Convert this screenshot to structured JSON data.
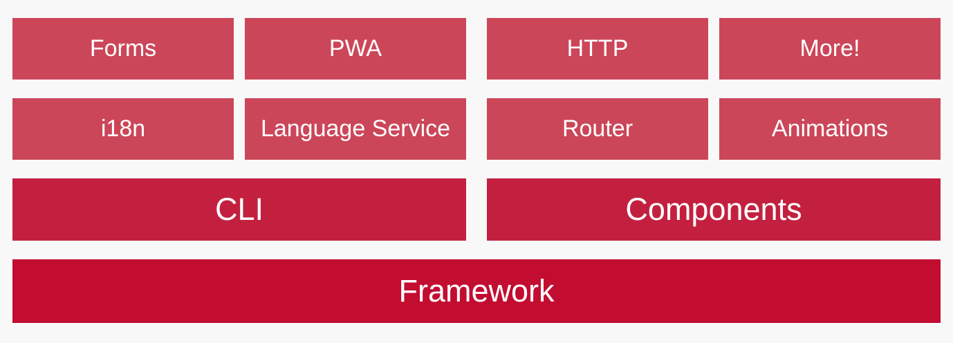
{
  "colors": {
    "background": "#f8f8f9",
    "feature_block": "#cc4659",
    "tool_block": "#c32040",
    "base_block": "#c20d31",
    "text": "#ffffff"
  },
  "diagram": {
    "row1": {
      "blocks": [
        {
          "label": "Forms"
        },
        {
          "label": "PWA"
        },
        {
          "label": "HTTP"
        },
        {
          "label": "More!"
        }
      ]
    },
    "row2": {
      "blocks": [
        {
          "label": "i18n"
        },
        {
          "label": "Language Service"
        },
        {
          "label": "Router"
        },
        {
          "label": "Animations"
        }
      ]
    },
    "row3": {
      "blocks": [
        {
          "label": "CLI"
        },
        {
          "label": "Components"
        }
      ]
    },
    "row4": {
      "blocks": [
        {
          "label": "Framework"
        }
      ]
    }
  }
}
